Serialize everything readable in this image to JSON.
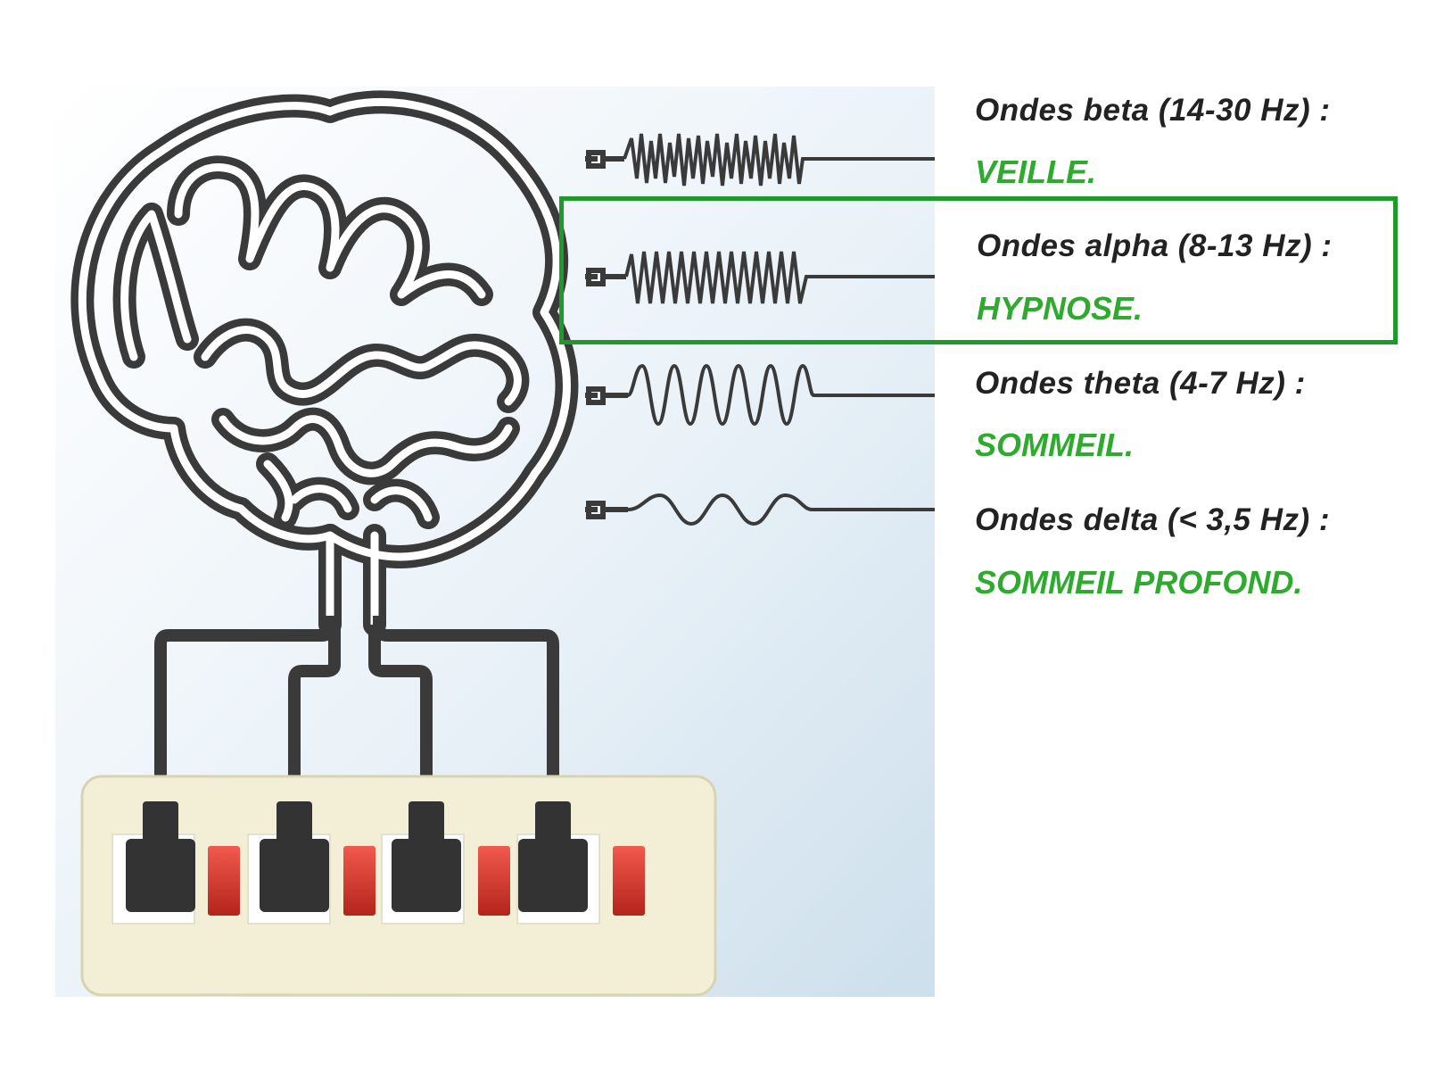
{
  "waves": [
    {
      "name": "Ondes beta (14-30 Hz) :",
      "state": "VEILLE."
    },
    {
      "name": "Ondes alpha (8-13 Hz) :",
      "state": "HYPNOSE.",
      "highlighted": true
    },
    {
      "name": "Ondes theta (4-7 Hz) :",
      "state": "SOMMEIL."
    },
    {
      "name": "Ondes delta (< 3,5 Hz) :",
      "state": "SOMMEIL PROFOND."
    }
  ],
  "colors": {
    "label_text": "#222222",
    "state_text": "#2eaa2e",
    "highlight_border": "#1e9a2a",
    "cable": "#3a3a3a",
    "power_strip": "#f2efd6",
    "switch": "#e0392e"
  },
  "icons": [
    "brain-icon",
    "plug-icon",
    "power-strip-icon",
    "wave-icon"
  ]
}
